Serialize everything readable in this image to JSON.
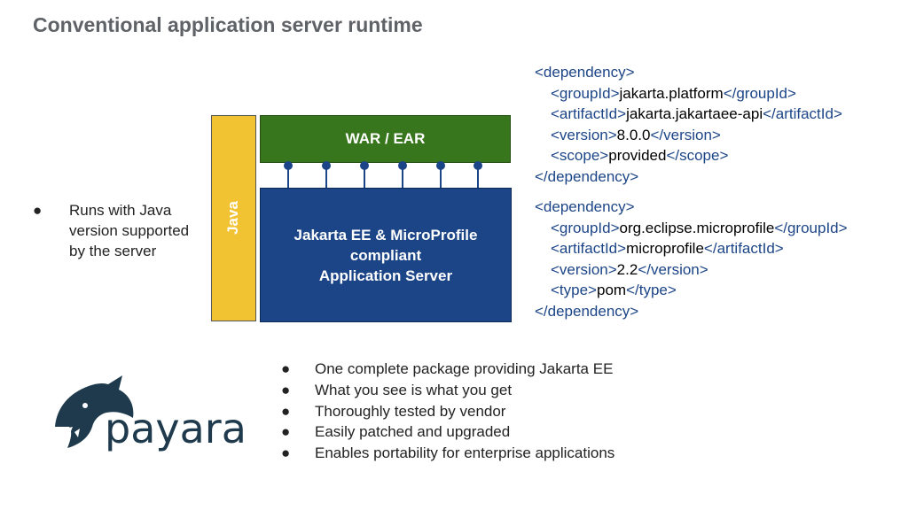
{
  "title": "Conventional application server runtime",
  "diagram": {
    "java_label": "Java",
    "war_label": "WAR / EAR",
    "server_label": "Jakarta EE & MicroProfile\ncompliant\nApplication Server"
  },
  "left_bullet": {
    "marker": "●",
    "text": "Runs with Java version supported by the server"
  },
  "code_block_1": [
    {
      "indent": 0,
      "open": "<dependency>",
      "value": "",
      "close": ""
    },
    {
      "indent": 1,
      "open": "<groupId>",
      "value": "jakarta.platform",
      "close": "</groupId>"
    },
    {
      "indent": 1,
      "open": "<artifactId>",
      "value": "jakarta.jakartaee-api",
      "close": "</artifactId>"
    },
    {
      "indent": 1,
      "open": "<version>",
      "value": "8.0.0",
      "close": "</version>"
    },
    {
      "indent": 1,
      "open": "<scope>",
      "value": "provided",
      "close": "</scope>"
    },
    {
      "indent": 0,
      "open": "</dependency>",
      "value": "",
      "close": ""
    }
  ],
  "code_block_2": [
    {
      "indent": 0,
      "open": "<dependency>",
      "value": "",
      "close": ""
    },
    {
      "indent": 1,
      "open": "<groupId>",
      "value": "org.eclipse.microprofile",
      "close": "</groupId>"
    },
    {
      "indent": 1,
      "open": "<artifactId>",
      "value": "microprofile",
      "close": "</artifactId>"
    },
    {
      "indent": 1,
      "open": "<version>",
      "value": "2.2",
      "close": "</version>"
    },
    {
      "indent": 1,
      "open": "<type>",
      "value": "pom",
      "close": "</type>"
    },
    {
      "indent": 0,
      "open": "</dependency>",
      "value": "",
      "close": ""
    }
  ],
  "bottom_bullets": {
    "marker": "●",
    "items": [
      "One complete package providing Jakarta EE",
      "What you see is what you get",
      "Thoroughly tested by vendor",
      "Easily patched and upgraded",
      "Enables portability for enterprise applications"
    ]
  },
  "logo": {
    "text": "payara",
    "icon": "payara-fish-logo"
  },
  "colors": {
    "title": "#5f6368",
    "java": "#f1c232",
    "war": "#38761d",
    "server": "#1c4587",
    "code_tag": "#1c4587",
    "logo": "#1e3a4c"
  }
}
